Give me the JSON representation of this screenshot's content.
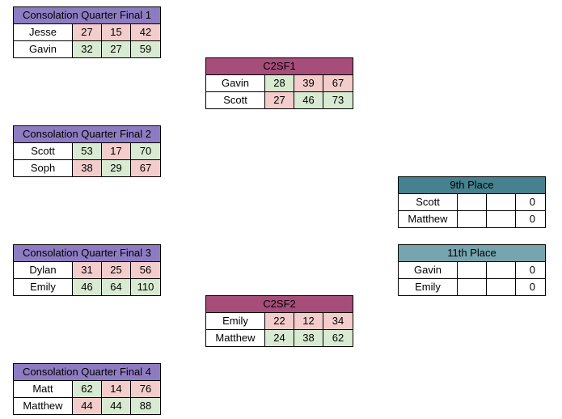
{
  "colors": {
    "quarter_header": "#8e7cc3",
    "semi_header": "#a64d79",
    "ninth_header": "#45818e",
    "eleventh_header": "#76a5af",
    "win_cell": "#d8ead2",
    "lose_cell": "#f3cdcb"
  },
  "cqf1": {
    "title": "Consolation Quarter Final 1",
    "p1": {
      "name": "Jesse",
      "s1": "27",
      "s2": "15",
      "total": "42"
    },
    "p2": {
      "name": "Gavin",
      "s1": "32",
      "s2": "27",
      "total": "59"
    }
  },
  "cqf2": {
    "title": "Consolation Quarter Final 2",
    "p1": {
      "name": "Scott",
      "s1": "53",
      "s2": "17",
      "total": "70"
    },
    "p2": {
      "name": "Soph",
      "s1": "38",
      "s2": "29",
      "total": "67"
    }
  },
  "cqf3": {
    "title": "Consolation Quarter Final 3",
    "p1": {
      "name": "Dylan",
      "s1": "31",
      "s2": "25",
      "total": "56"
    },
    "p2": {
      "name": "Emily",
      "s1": "46",
      "s2": "64",
      "total": "110"
    }
  },
  "cqf4": {
    "title": "Consolation Quarter Final 4",
    "p1": {
      "name": "Matt",
      "s1": "62",
      "s2": "14",
      "total": "76"
    },
    "p2": {
      "name": "Matthew",
      "s1": "44",
      "s2": "44",
      "total": "88"
    }
  },
  "c2sf1": {
    "title": "C2SF1",
    "p1": {
      "name": "Gavin",
      "s1": "28",
      "s2": "39",
      "total": "67"
    },
    "p2": {
      "name": "Scott",
      "s1": "27",
      "s2": "46",
      "total": "73"
    }
  },
  "c2sf2": {
    "title": "C2SF2",
    "p1": {
      "name": "Emily",
      "s1": "22",
      "s2": "12",
      "total": "34"
    },
    "p2": {
      "name": "Matthew",
      "s1": "24",
      "s2": "38",
      "total": "62"
    }
  },
  "ninth": {
    "title": "9th Place",
    "p1": {
      "name": "Scott",
      "total": "0"
    },
    "p2": {
      "name": "Matthew",
      "total": "0"
    }
  },
  "eleventh": {
    "title": "11th Place",
    "p1": {
      "name": "Gavin",
      "total": "0"
    },
    "p2": {
      "name": "Emily",
      "total": "0"
    }
  }
}
